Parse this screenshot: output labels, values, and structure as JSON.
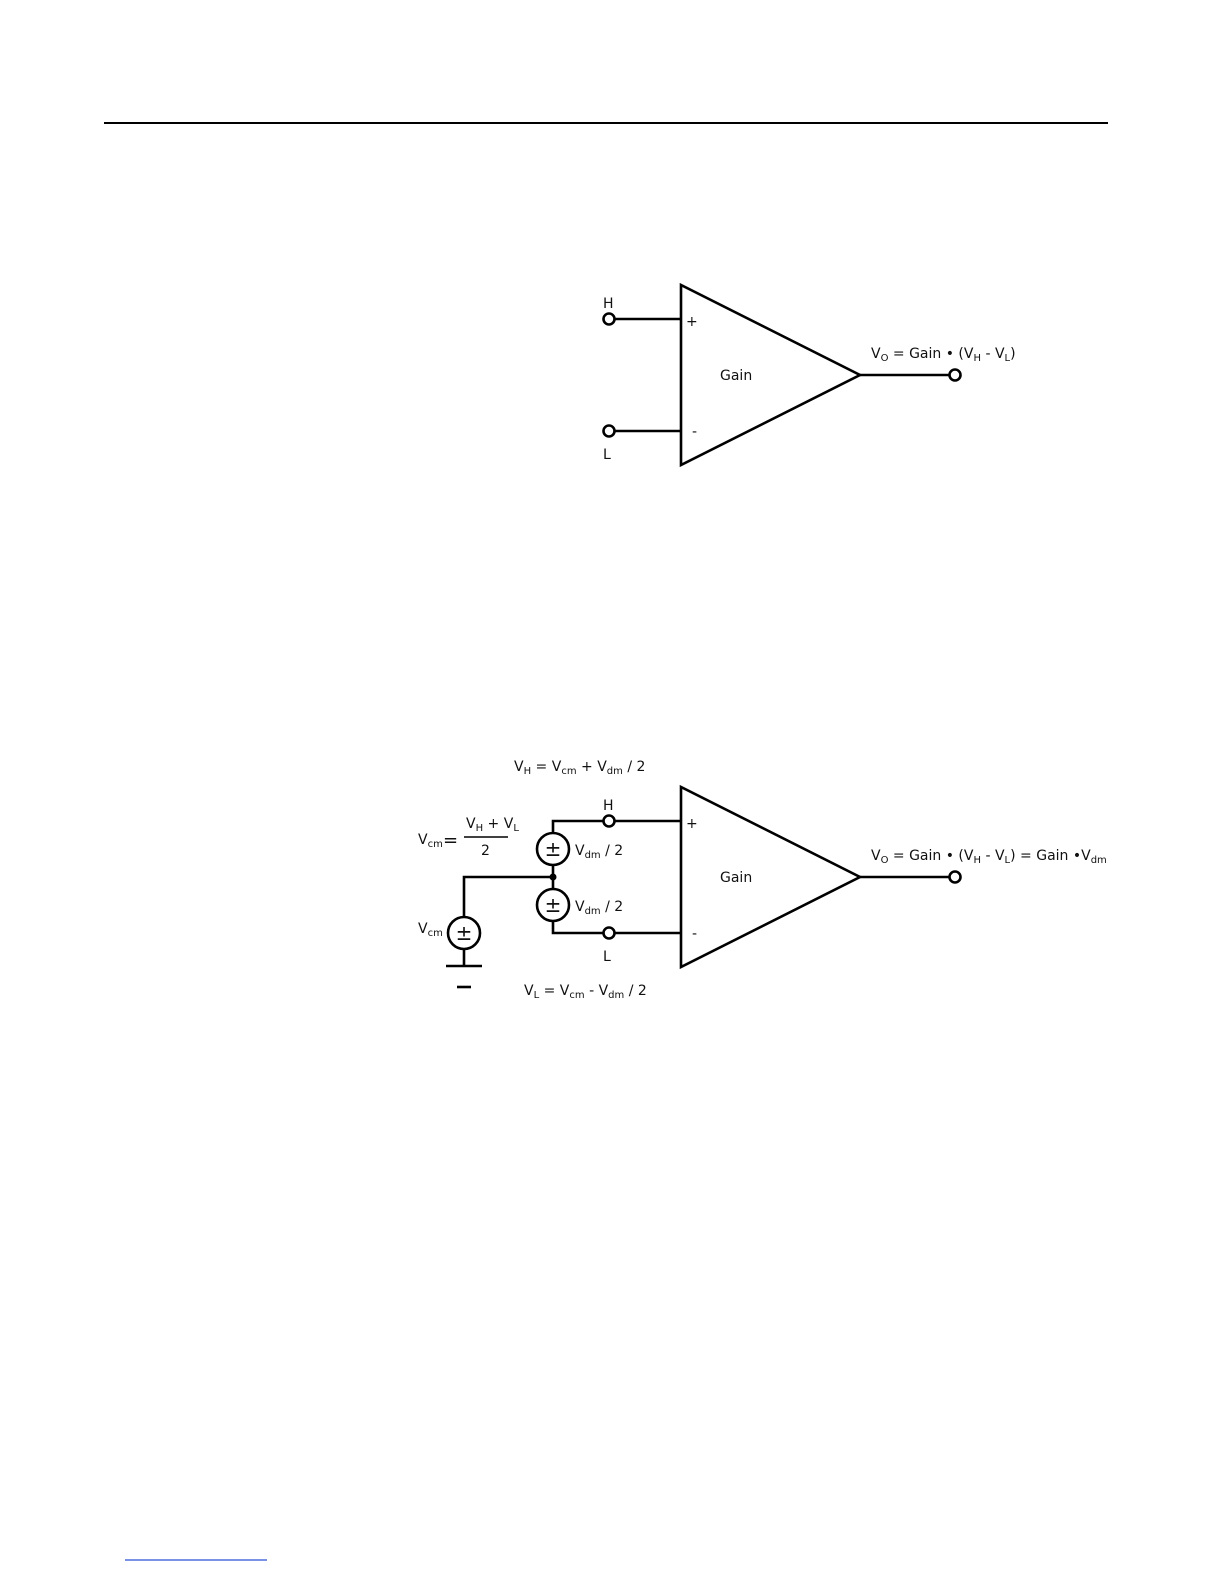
{
  "header": {
    "rule": true
  },
  "figure1": {
    "in_h": "H",
    "in_l": "L",
    "plus": "+",
    "minus": "-",
    "gain": "Gain",
    "out": {
      "v": "V",
      "o": "O",
      "eq_mid": " = Gain • (V",
      "h": "H",
      "minus_v": " - V",
      "l": "L",
      "close": ")"
    }
  },
  "figure2": {
    "vh_eq": {
      "v": "V",
      "h": "H",
      "eq1": " = V",
      "cm": "cm",
      "plus_v": " + V",
      "dm": "dm",
      "tail": " / 2"
    },
    "vl_eq": {
      "v": "V",
      "l": "L",
      "eq1": " = V",
      "cm": "cm",
      "minus_v": " - V",
      "dm": "dm",
      "tail": " / 2"
    },
    "vcm_def": {
      "v": "V",
      "cm": "cm",
      "eq": "=",
      "num_v1": "V",
      "num_h": "H",
      "num_plus": " + V",
      "num_l": "L",
      "den": "2"
    },
    "src_top": {
      "sym": "±",
      "v": "V",
      "dm": "dm",
      "tail": " / 2"
    },
    "src_bot": {
      "sym": "±",
      "v": "V",
      "dm": "dm",
      "tail": " / 2"
    },
    "src_cm": {
      "sym": "±",
      "v": "V",
      "cm": "cm"
    },
    "in_h": "H",
    "in_l": "L",
    "plus": "+",
    "minus": "-",
    "gain": "Gain",
    "out": {
      "v": "V",
      "o": "O",
      "eq_mid": " = Gain • (V",
      "h": "H",
      "minus_v": " - V",
      "l": "L",
      "close_eq": ") = Gain •V",
      "dm": "dm"
    }
  }
}
